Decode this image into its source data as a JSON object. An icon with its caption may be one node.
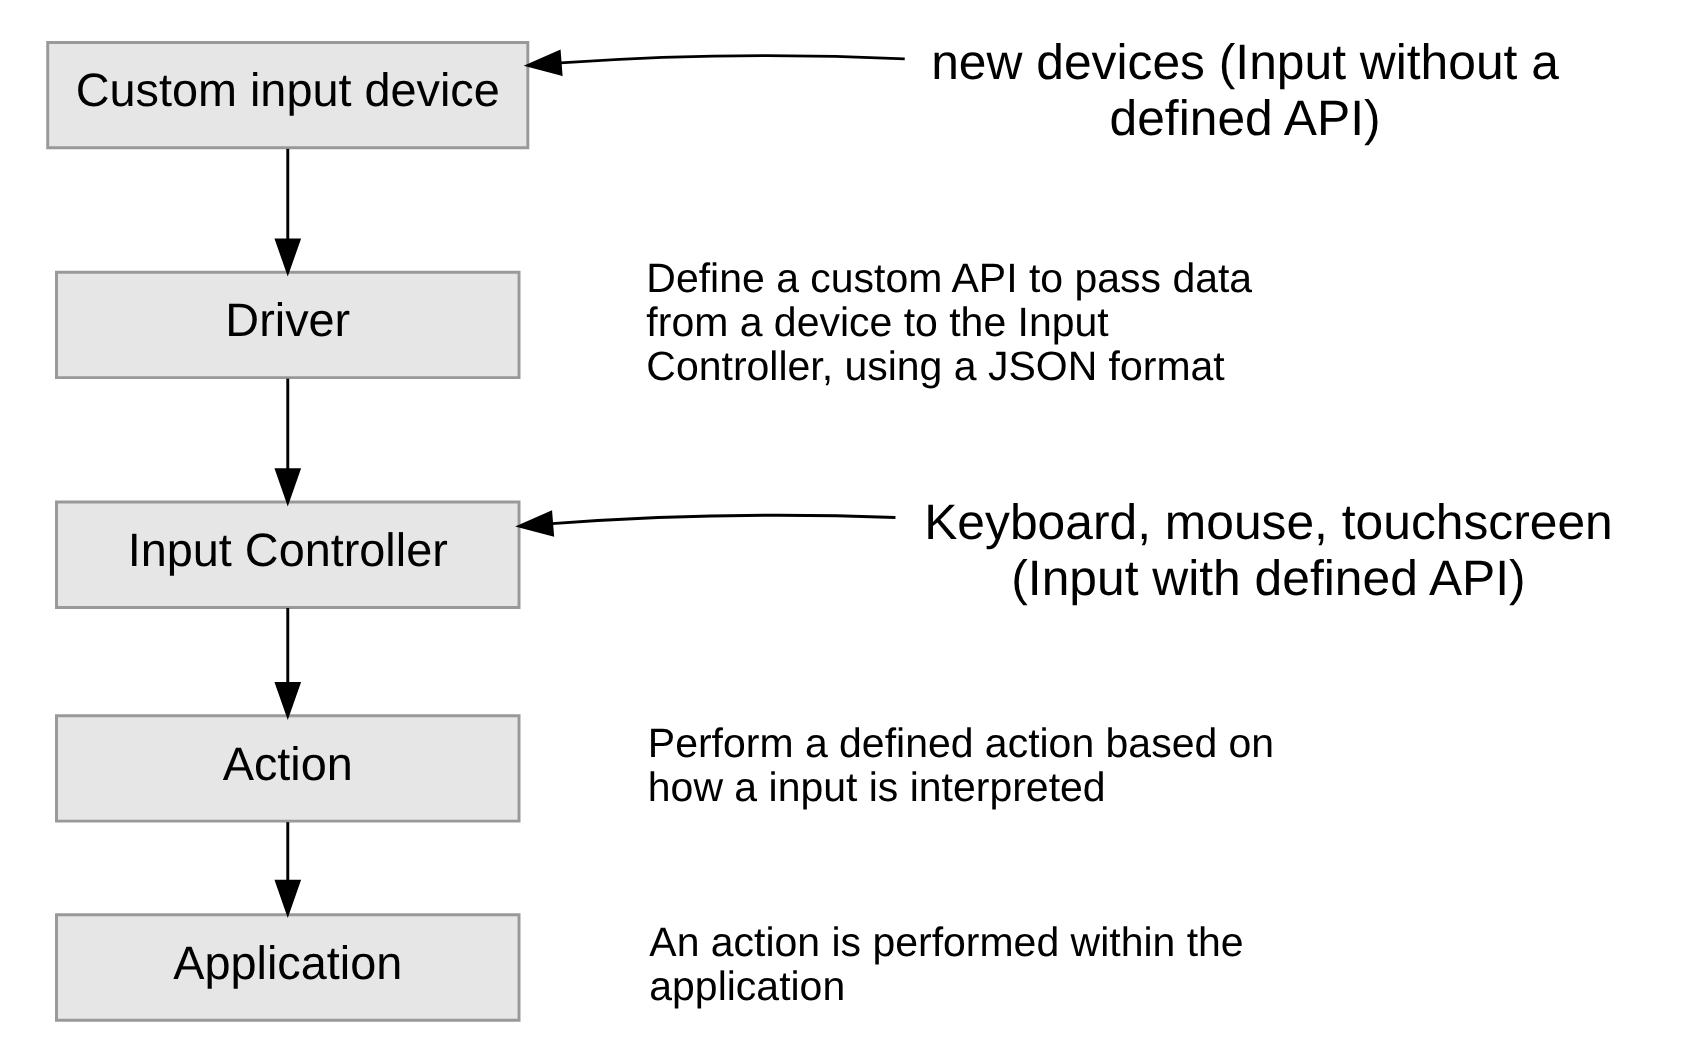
{
  "diagram": {
    "nodes": [
      {
        "text": [
          "Custom input device"
        ]
      },
      {
        "text": [
          "new devices (Input without a defined API)"
        ]
      },
      {
        "text": [
          "Driver"
        ],
        "beside": [
          "Define a custom API to pass data from a device to the Input Controller, using a JSON format"
        ]
      },
      {
        "text": [
          "Input Controller"
        ]
      },
      {
        "text": [
          "Keyboard, mouse, touchscreen (Input with defined API)"
        ]
      },
      {
        "text": [
          "Action"
        ],
        "beside": [
          "Perform a defined action based on how a input is interpreted"
        ]
      },
      {
        "text": [
          "Application"
        ],
        "beside": [
          "An action is performed within the application"
        ]
      }
    ],
    "edges": [
      {
        "from": 1,
        "to": 0,
        "arrow": "to"
      },
      {
        "from": 0,
        "to": 2,
        "arrow": "to"
      },
      {
        "from": 2,
        "to": 3,
        "arrow": "to"
      },
      {
        "from": 4,
        "to": 3,
        "arrow": "to"
      },
      {
        "from": 3,
        "to": 5,
        "arrow": "to"
      },
      {
        "from": 5,
        "to": 6,
        "arrow": "to"
      }
    ]
  }
}
